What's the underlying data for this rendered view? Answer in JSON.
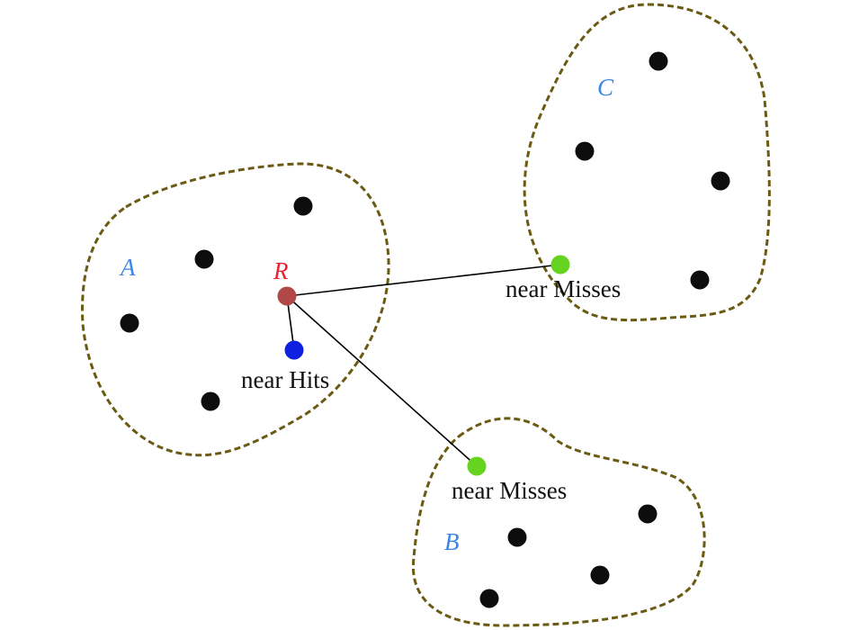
{
  "diagram": {
    "title": "",
    "colors": {
      "region_border": "#6b5a12",
      "cluster_label": "#3a86e8",
      "reference_label": "#ee2233",
      "reference_point": "#b04848",
      "near_hit_point": "#1020e0",
      "near_miss_point": "#66d320",
      "data_point": "#0d0d0d",
      "edge": "#000000"
    },
    "clusters": [
      {
        "id": "A",
        "label": "A",
        "point_count": 4
      },
      {
        "id": "B",
        "label": "B",
        "point_count": 4
      },
      {
        "id": "C",
        "label": "C",
        "point_count": 4
      }
    ],
    "reference": {
      "label": "R",
      "cluster": "A"
    },
    "near_hit": {
      "label": "near Hits",
      "cluster": "A"
    },
    "near_misses": [
      {
        "label": "near Misses",
        "cluster": "C"
      },
      {
        "label": "near Misses",
        "cluster": "B"
      }
    ],
    "edges": [
      {
        "from": "R",
        "to": "near Hits"
      },
      {
        "from": "R",
        "to": "near Misses (C)"
      },
      {
        "from": "R",
        "to": "near Misses (B)"
      }
    ]
  }
}
